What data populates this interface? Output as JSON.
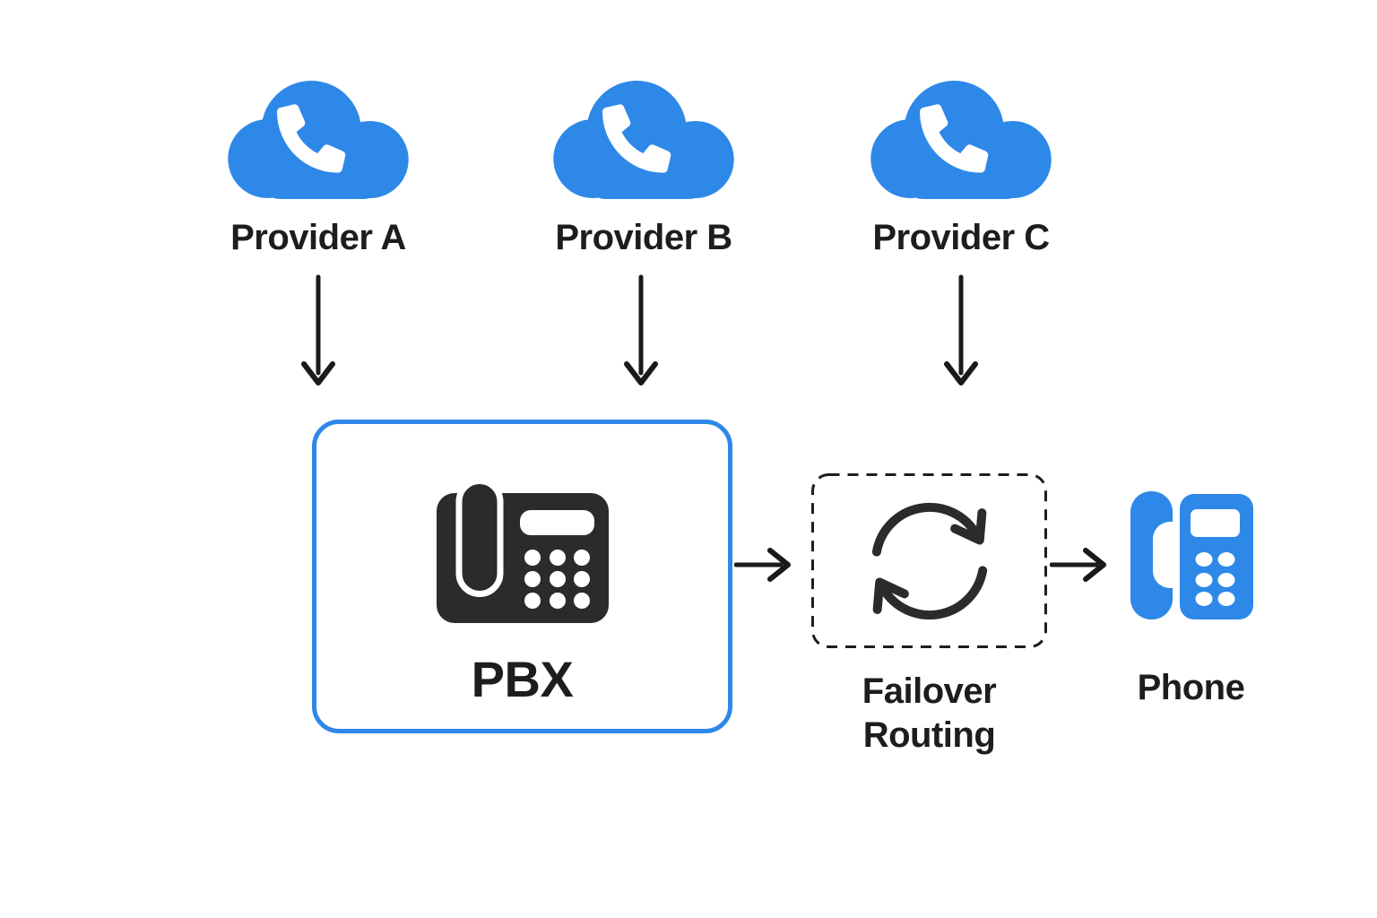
{
  "diagram": {
    "colors": {
      "accent": "#2E88E8",
      "dark": "#2B2B2B",
      "ink": "#1D1D1F",
      "arrow": "#1A1A1A",
      "background": "#FFFFFF"
    },
    "providers": [
      {
        "label": "Provider A",
        "icon": "cloud-phone-icon"
      },
      {
        "label": "Provider B",
        "icon": "cloud-phone-icon"
      },
      {
        "label": "Provider C",
        "icon": "cloud-phone-icon"
      }
    ],
    "pbx": {
      "label": "PBX",
      "icon": "desk-phone-icon"
    },
    "failover": {
      "label_line1": "Failover",
      "label_line2": "Routing",
      "icon": "sync-arrows-icon",
      "border_style": "dashed"
    },
    "phone": {
      "label": "Phone",
      "icon": "phone-icon"
    },
    "connections": [
      {
        "from": "Provider A",
        "to": "PBX",
        "direction": "down"
      },
      {
        "from": "Provider B",
        "to": "PBX",
        "direction": "down"
      },
      {
        "from": "Provider C",
        "to": "PBX",
        "direction": "down"
      },
      {
        "from": "PBX",
        "to": "Failover Routing",
        "direction": "right"
      },
      {
        "from": "Failover Routing",
        "to": "Phone",
        "direction": "right"
      }
    ]
  }
}
